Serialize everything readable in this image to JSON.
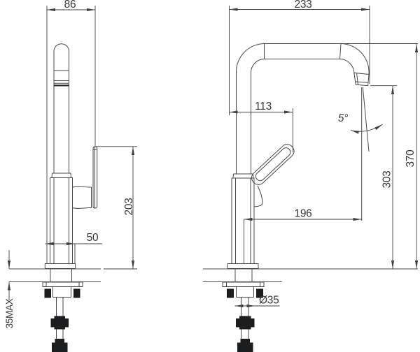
{
  "drawing": {
    "background": "#ffffff",
    "line_color": "#46484c",
    "black_fill_color": "#1c1d1f",
    "views": {
      "side_view": {
        "name": "faucet side view",
        "dimensions": {
          "depth": "86",
          "base_width": "50",
          "height_above_deck": "203",
          "max_deck_thickness": "35MAX"
        }
      },
      "front_view": {
        "name": "faucet front view",
        "dimensions": {
          "spout_reach_overall": "233",
          "handle_offset": "113",
          "spray_angle": "5°",
          "overall_height": "370",
          "outlet_height": "303",
          "outlet_reach": "196",
          "mounting_hole_diameter": "Ø35"
        }
      }
    }
  }
}
